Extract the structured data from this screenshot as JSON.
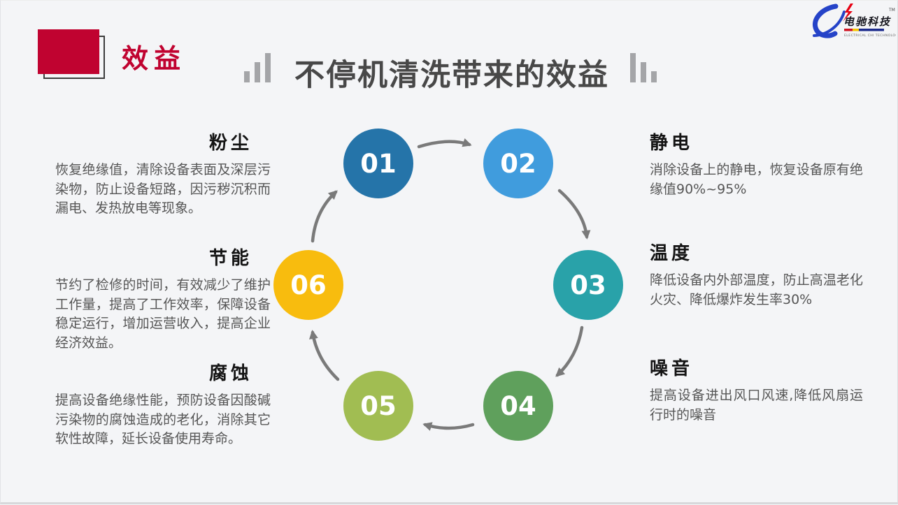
{
  "slide": {
    "section_label": "效益",
    "title": "不停机清洗带来的效益"
  },
  "logo": {
    "name": "电驰科技",
    "caption": "ELECTRICAL CHI TECHNOLOGY",
    "trademark": "TM"
  },
  "cycle": {
    "steps": [
      {
        "number": "01",
        "color": "#2574a9"
      },
      {
        "number": "02",
        "color": "#409cdd"
      },
      {
        "number": "03",
        "color": "#29a2a9"
      },
      {
        "number": "04",
        "color": "#5fa05c"
      },
      {
        "number": "05",
        "color": "#a1bd52"
      },
      {
        "number": "06",
        "color": "#f8bc0e"
      }
    ]
  },
  "benefits": {
    "left": [
      {
        "title": "粉尘",
        "body": "恢复绝缘值，清除设备表面及深层污染物，防止设备短路，因污秽沉积而漏电、发热放电等现象。"
      },
      {
        "title": "节能",
        "body": "节约了检修的时间，有效减少了维护工作量，提高了工作效率，保障设备稳定运行，增加运营收入，提高企业经济效益。"
      },
      {
        "title": "腐蚀",
        "body": "提高设备绝缘性能，预防设备因酸碱污染物的腐蚀造成的老化，消除其它软性故障，延长设备使用寿命。"
      }
    ],
    "right": [
      {
        "title": "静电",
        "body": "消除设备上的静电，恢复设备原有绝缘值90%~95%"
      },
      {
        "title": "温度",
        "body": "降低设备内外部温度，防止高温老化火灾、降低爆炸发生率30%"
      },
      {
        "title": "噪音",
        "body": "提高设备进出风口风速,降低风扇运行时的噪音"
      }
    ]
  },
  "colors": {
    "background": "#f4f5f7",
    "accent_red": "#c00330",
    "title_gray": "#484848",
    "body_gray": "#565656",
    "bar_gray": "#a4a5a8",
    "arrow_gray": "#7a7a7a",
    "logo_blue": "#2543c8",
    "logo_red": "#e60012"
  }
}
